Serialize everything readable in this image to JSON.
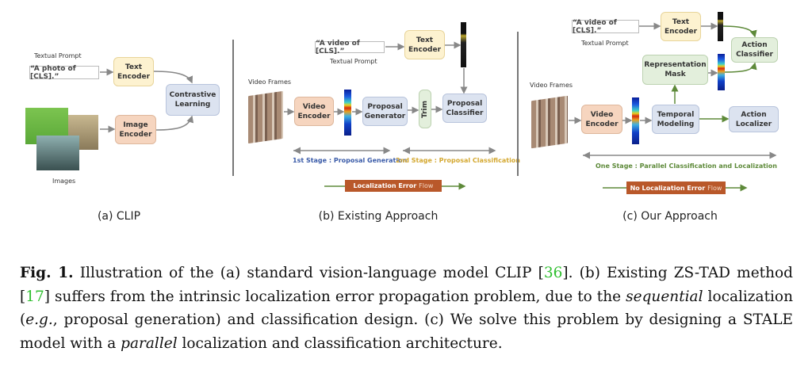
{
  "panel_a": {
    "textual_prompt_label": "Textual Prompt",
    "prompt": "“A photo of [CLS].”",
    "text_encoder": "Text Encoder",
    "image_encoder": "Image Encoder",
    "contrastive": "Contrastive Learning",
    "images_label": "Images",
    "caption": "(a) CLIP"
  },
  "panel_b": {
    "prompt": "“A video of [CLS].”",
    "textual_prompt_label": "Textual Prompt",
    "text_encoder": "Text Encoder",
    "video_frames_label": "Video Frames",
    "video_encoder": "Video Encoder",
    "proposal_generator": "Proposal Generator",
    "trim": "Trim",
    "proposal_classifier": "Proposal Classifier",
    "stage1": "1st Stage : Proposal Generation",
    "stage2": "2nd Stage : Proposal Classification",
    "flow_main": "Localization Error",
    "flow_suffix": "Flow",
    "caption": "(b) Existing Approach"
  },
  "panel_c": {
    "prompt": "“A video of [CLS].”",
    "textual_prompt_label": "Textual Prompt",
    "text_encoder": "Text Encoder",
    "action_classifier": "Action Classifier",
    "representation_mask": "Representation Mask",
    "video_frames_label": "Video Frames",
    "video_encoder": "Video Encoder",
    "temporal_modeling": "Temporal Modeling",
    "action_localizer": "Action Localizer",
    "stage": "One Stage : Parallel Classification and Localization",
    "flow_main": "No Localization Error",
    "flow_suffix": "Flow",
    "caption": "(c) Our Approach"
  },
  "caption": {
    "label": "Fig. 1.",
    "t1": " Illustration of the (a) standard vision-language model CLIP [",
    "ref1": "36",
    "t2": "]. (b) Existing ZS-TAD method [",
    "ref2": "17",
    "t3": "] suffers from the intrinsic localization error propagation problem, due to the ",
    "em1": "sequential",
    "t4": " localization (",
    "em2": "e.g.",
    "t5": ", proposal generation) and classification design. (c) We solve this problem by designing a STALE model with a ",
    "em3": "parallel",
    "t6": " localization and classification architecture."
  },
  "colors": {
    "stage1": "#3a5ba8",
    "stage2": "#d4a830",
    "stage_one": "#5e8a3a",
    "flow_box": "#b9582a",
    "ref_link": "#2fbf2f"
  }
}
